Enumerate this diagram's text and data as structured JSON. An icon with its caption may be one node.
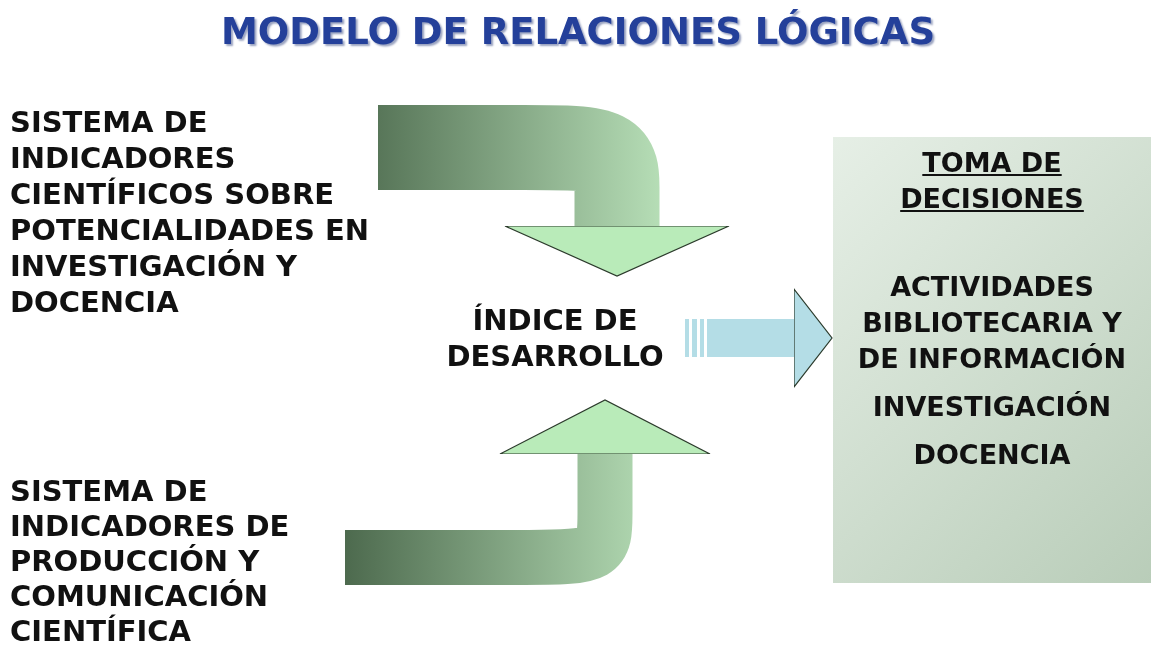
{
  "diagram": {
    "title": "MODELO DE RELACIONES LÓGICAS",
    "nodes": [
      {
        "text": [
          "SISTEMA DE INDICADORES CIENTÍFICOS SOBRE POTENCIALIDADES EN INVESTIGACIÓN Y DOCENCIA"
        ]
      },
      {
        "text": [
          "SISTEMA DE INDICADORES DE PRODUCCIÓN Y COMUNICACIÓN CIENTÍFICA"
        ]
      },
      {
        "text": [
          "ÍNDICE DE DESARROLLO"
        ]
      },
      {
        "text": [
          "TOMA DE DECISIONES",
          "ACTIVIDADES BIBLIOTECARIA Y DE INFORMACIÓN",
          "INVESTIGACIÓN",
          "DOCENCIA"
        ]
      }
    ],
    "edges": [
      {
        "from": 0,
        "to": 2,
        "arrow": "to"
      },
      {
        "from": 1,
        "to": 2,
        "arrow": "to"
      },
      {
        "from": 2,
        "to": 3,
        "arrow": "to",
        "color": "#b4dde6"
      }
    ]
  }
}
